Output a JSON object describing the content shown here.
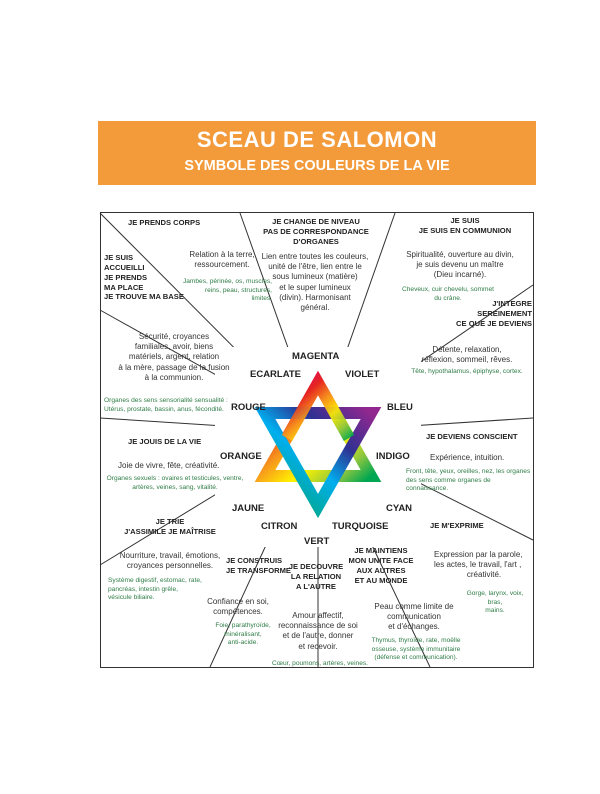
{
  "header": {
    "title": "SCEAU DE SALOMON",
    "subtitle": "SYMBOLE DES COULEURS DE LA VIE",
    "color": "#f39a3a"
  },
  "star_colors": [
    "#e52421",
    "#f7941d",
    "#fff200",
    "#8dc63f",
    "#00a651",
    "#00aeef",
    "#2e3192",
    "#92278f",
    "#e2007a"
  ],
  "colors": {
    "magenta": "MAGENTA",
    "ecarlate": "ECARLATE",
    "violet": "VIOLET",
    "rouge": "ROUGE",
    "bleu": "BLEU",
    "orange": "ORANGE",
    "indigo": "INDIGO",
    "jaune": "JAUNE",
    "cyan": "CYAN",
    "citron": "CITRON",
    "turquoise": "TURQUOISE",
    "vert": "VERT"
  },
  "sections": {
    "top_left": {
      "heading": "JE PRENDS CORPS",
      "heading2": [
        "JE SUIS",
        "ACCUEILLI",
        "JE PRENDS",
        "MA PLACE",
        "JE TROUVE MA BASE"
      ],
      "body": [
        "Relation à la terre,",
        "ressourcement."
      ],
      "organs": [
        "Jambes, périnée, os, muscles,",
        "reins, peau, structures,",
        "limites."
      ]
    },
    "top_center": {
      "heading": [
        "JE CHANGE DE NIVEAU",
        "PAS DE CORRESPONDANCE D'ORGANES"
      ],
      "body": [
        "Lien entre toutes les couleurs,",
        "unité de l'être, lien entre le",
        "sous lumineux (matière)",
        "et le super lumineux",
        "(divin). Harmonisant",
        "général."
      ]
    },
    "top_right": {
      "heading": [
        "JE SUIS",
        "JE SUIS EN COMMUNION"
      ],
      "body": [
        "Spiritualité, ouverture au divin,",
        "je suis devenu un maître",
        "(Dieu incarné)."
      ],
      "organs": [
        "Cheveux, cuir chevelu, sommet",
        "du crâne."
      ]
    },
    "right_upper": {
      "heading": [
        "J'INTEGRE",
        "SEREINEMENT",
        "CE QUE JE DEVIENS"
      ],
      "body": [
        "Détente, relaxation,",
        "réflexion, sommeil, rêves."
      ],
      "organs": [
        "Tête, hypothalamus, épiphyse, cortex."
      ]
    },
    "left_upper": {
      "body": [
        "Sécurité, croyances",
        "familiales, avoir, biens",
        "matériels, argent, relation",
        "à la mère, passage de la fusion",
        "à la communion."
      ],
      "organs": [
        "Organes des sens sensorialité sensualité :",
        "Utérus, prostate, bassin, anus, fécondité."
      ]
    },
    "left_middle": {
      "heading": "JE JOUIS DE LA VIE",
      "body": [
        "Joie de vivre, fête, créativité."
      ],
      "organs": [
        "Organes sexuels : ovaires et testicules, ventre,",
        "artères, veines, sang, vitalité."
      ]
    },
    "right_middle": {
      "heading": "JE DEVIENS CONSCIENT",
      "body": [
        "Expérience, intuition."
      ],
      "organs": [
        "Front, tête, yeux, oreilles, nez, les organes",
        "des sens comme organes de connaissance."
      ]
    },
    "left_lower": {
      "heading": [
        "JE TRIE",
        "J'ASSIMILE JE MAÎTRISE"
      ],
      "body": [
        "Nourriture, travail, émotions,",
        "croyances personnelles."
      ],
      "organs": [
        "Système digestif, estomac, rate,",
        "pancréas, intestin grêle,",
        "vésicule biliaire."
      ]
    },
    "right_lower": {
      "heading": "JE M'EXPRIME",
      "body": [
        "Expression par la parole,",
        "les actes, le travail, l'art ,",
        "créativité."
      ],
      "organs": [
        "Gorge, larynx, voix, bras,",
        "mains."
      ]
    },
    "bottom_left": {
      "heading": [
        "JE CONSTRUIS",
        "JE TRANSFORME"
      ],
      "body": [
        "Confiance en soi,",
        "compétences."
      ],
      "organs": [
        "Foie, parathyroïde, minéralisant,",
        "anti-acide."
      ]
    },
    "bottom_center": {
      "heading": [
        "JE DECOUVRE",
        "LA RELATION",
        "A L'AUTRE"
      ],
      "body": [
        "Amour affectif,",
        "reconnaissance de soi",
        "et de l'autre, donner",
        "et recevoir."
      ],
      "organs": [
        "Cœur, poumons, artères, veines."
      ]
    },
    "bottom_right": {
      "heading": [
        "JE MAINTIENS",
        "MON UNITE FACE",
        "AUX AUTRES",
        "ET AU MONDE"
      ],
      "body": [
        "Peau comme limite de",
        "communication",
        "et d'échanges."
      ],
      "organs": [
        "Thymus, thyroïde, rate, moëlle",
        "osseuse, système immunitaire",
        "(défense et communication)."
      ]
    }
  }
}
